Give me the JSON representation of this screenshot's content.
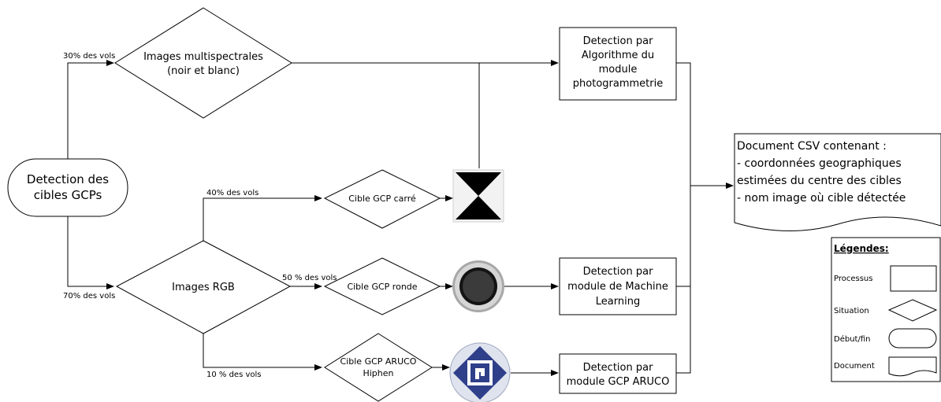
{
  "start": {
    "lines": [
      "Detection des",
      "cibles GCPs"
    ]
  },
  "multispectral": {
    "lines": [
      "Images multispectrales",
      "(noir et blanc)"
    ]
  },
  "rgb": {
    "lines": [
      "Images RGB"
    ]
  },
  "target_square": {
    "lines": [
      "Cible GCP carré"
    ]
  },
  "target_round": {
    "lines": [
      "Cible GCP ronde"
    ]
  },
  "target_aruco": {
    "lines": [
      "Cible GCP ARUCO",
      "Hiphen"
    ]
  },
  "proc_photogrammetry": {
    "lines": [
      "Detection par",
      "Algorithme du",
      "module",
      "photogrammetrie"
    ]
  },
  "proc_ml": {
    "lines": [
      "Detection par",
      "module de Machine",
      "Learning"
    ]
  },
  "proc_aruco": {
    "lines": [
      "Detection par",
      "module GCP ARUCO"
    ]
  },
  "output_doc": {
    "lines": [
      "Document CSV contenant :",
      "- coordonnées geographiques",
      "estimées du centre des cibles",
      "- nom image où cible détectée"
    ]
  },
  "edges": {
    "to_multispectral": "30% des vols",
    "to_rgb": "70% des vols",
    "to_square": "40% des vols",
    "to_round": "50 % des vols",
    "to_aruco": "10 % des vols"
  },
  "legend": {
    "title": "Légendes:",
    "process": "Processus",
    "decision": "Situation",
    "terminal": "Début/fin",
    "document": "Document"
  }
}
